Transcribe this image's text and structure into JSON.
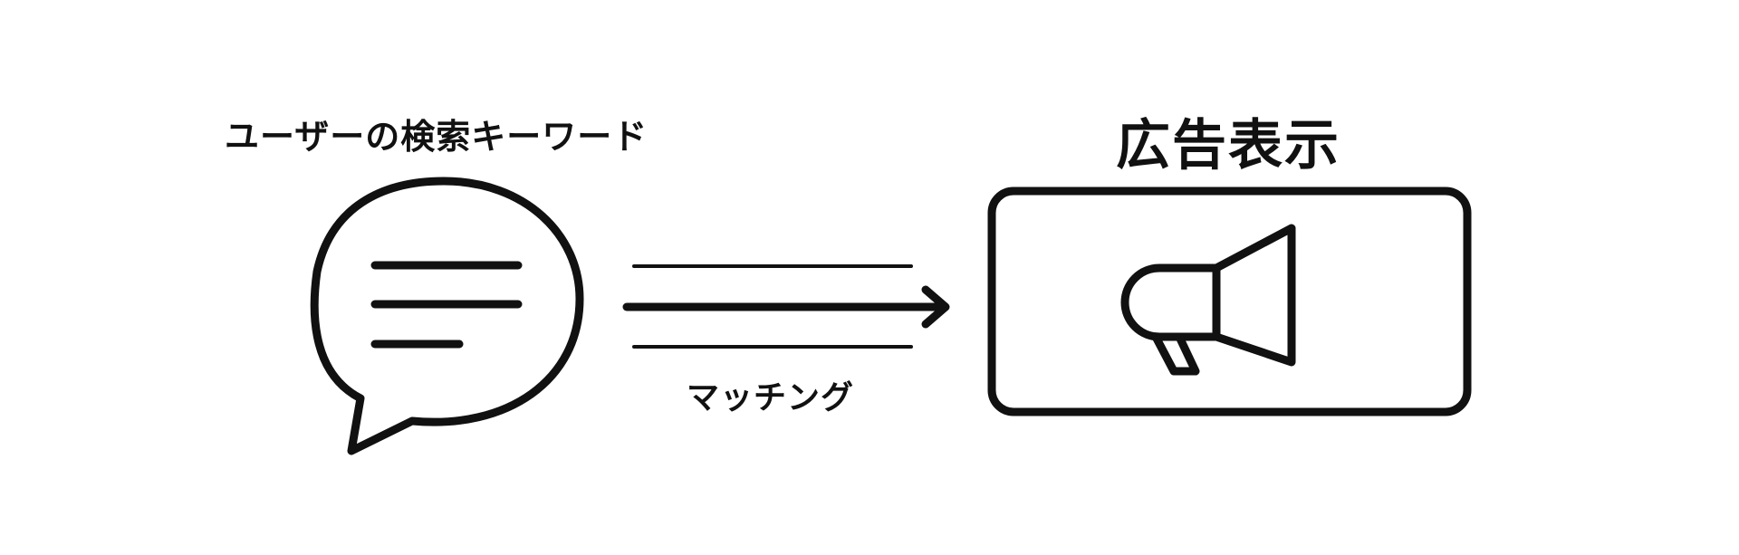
{
  "query": {
    "label": "ユーザーの検索キーワード",
    "icon": "speech-bubble-icon"
  },
  "matching": {
    "label": "マッチング",
    "icon": "arrow-right-icon"
  },
  "ad": {
    "label": "広告表示",
    "icon": "megaphone-icon"
  },
  "colors": {
    "stroke": "#111111",
    "background": "#ffffff"
  }
}
